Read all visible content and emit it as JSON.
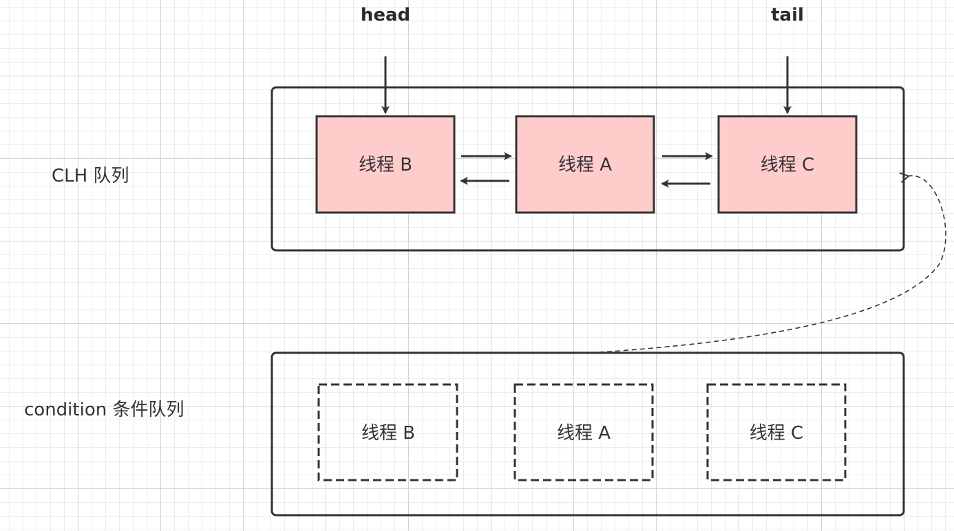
{
  "pointers": {
    "head": "head",
    "tail": "tail"
  },
  "clh_queue": {
    "label": "CLH 队列",
    "nodes": [
      "线程 B",
      "线程 A",
      "线程 C"
    ]
  },
  "condition_queue": {
    "label": "condition 条件队列",
    "nodes": [
      "线程 B",
      "线程 A",
      "线程 C"
    ]
  },
  "colors": {
    "node_fill": "#ffcccc",
    "stroke": "#333333",
    "grid": "#e6e6e6"
  }
}
